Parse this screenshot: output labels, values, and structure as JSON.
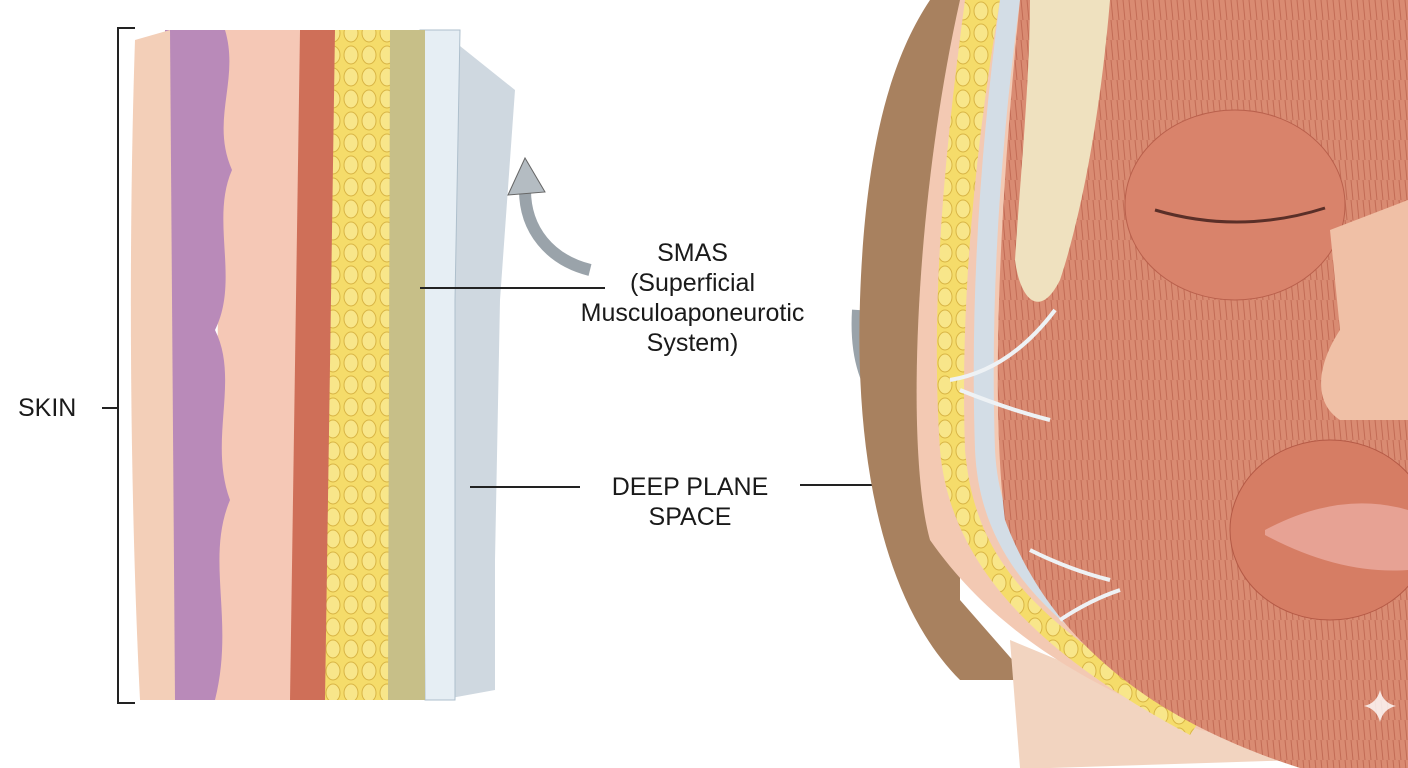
{
  "labels": {
    "skin": "SKIN",
    "smas_title": "SMAS",
    "smas_line1": "(Superficial",
    "smas_line2": "Musculoaponeurotic",
    "smas_line3": "System)",
    "deep_plane_line1": "DEEP PLANE",
    "deep_plane_line2": "SPACE"
  },
  "colors": {
    "epidermis": "#b887b8",
    "dermis": "#f2c2b0",
    "muscle": "#c9705a",
    "fat": "#f2d45c",
    "fascia": "#dfe8ef",
    "deep_plane": "#c8d2db",
    "hair": "#a8815f"
  }
}
